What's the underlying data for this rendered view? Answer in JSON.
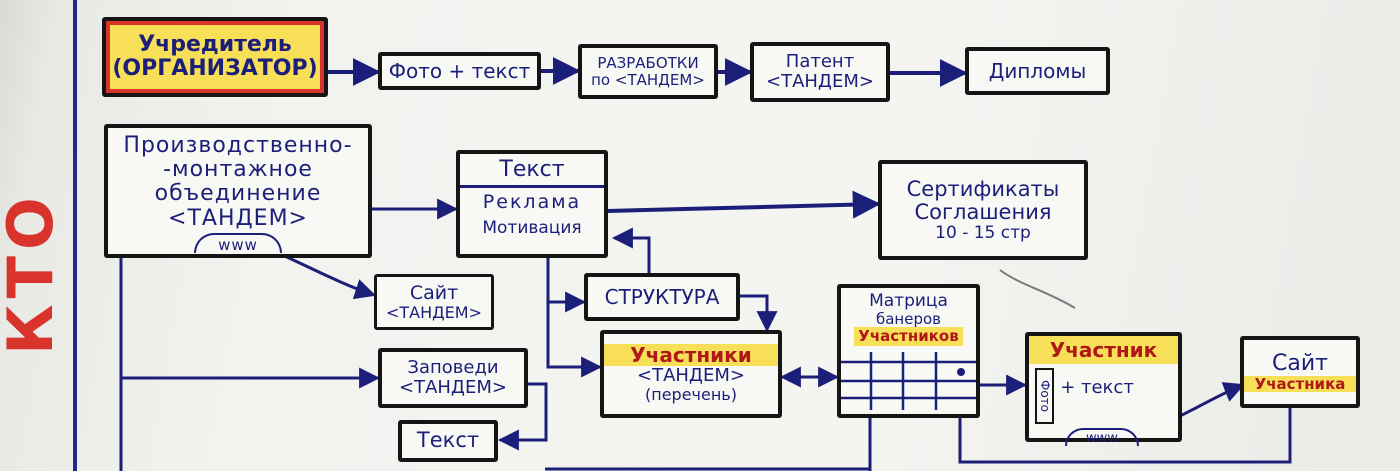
{
  "side_label": "КТО",
  "colors": {
    "ink": "#1b1f7a",
    "highlight": "#f7df58",
    "accent_red": "#d8342b",
    "box_border": "#151515"
  },
  "nodes": {
    "founder": {
      "line1": "Учредитель",
      "line2": "(ОРГАНИЗАТОР)"
    },
    "photo_text": {
      "label": "Фото + текст"
    },
    "developments": {
      "line1": "РАЗРАБОТКИ",
      "line2": "по <ТАНДЕМ>"
    },
    "patent": {
      "line1": "Патент",
      "line2": "<ТАНДЕМ>"
    },
    "diplomas": {
      "label": "Дипломы"
    },
    "association": {
      "line1": "Производственно-",
      "line2": "-монтажное",
      "line3": "объединение",
      "line4": "<ТАНДЕМ>",
      "www": "www"
    },
    "text_block": {
      "title": "Текст",
      "row1": "Реклама",
      "row2": "Мотивация"
    },
    "certificates": {
      "line1": "Сертификаты",
      "line2": "Соглашения",
      "line3": "10 - 15 стр"
    },
    "site_tandem": {
      "line1": "Сайт",
      "line2": "<ТАНДЕМ>"
    },
    "structure": {
      "label": "СТРУКТУРА"
    },
    "matrix": {
      "line1": "Матрица",
      "line2": "банеров",
      "line3": "Участников"
    },
    "participants": {
      "line1": "Участники",
      "line2": "<ТАНДЕМ>",
      "line3": "(перечень)"
    },
    "commandments": {
      "line1": "Заповеди",
      "line2": "<ТАНДЕМ>"
    },
    "text_small": {
      "label": "Текст"
    },
    "participant": {
      "title": "Участник",
      "photo": "Фото",
      "text": "+ текст",
      "www": "www"
    },
    "participant_site": {
      "line1": "Сайт",
      "line2": "Участника"
    }
  }
}
